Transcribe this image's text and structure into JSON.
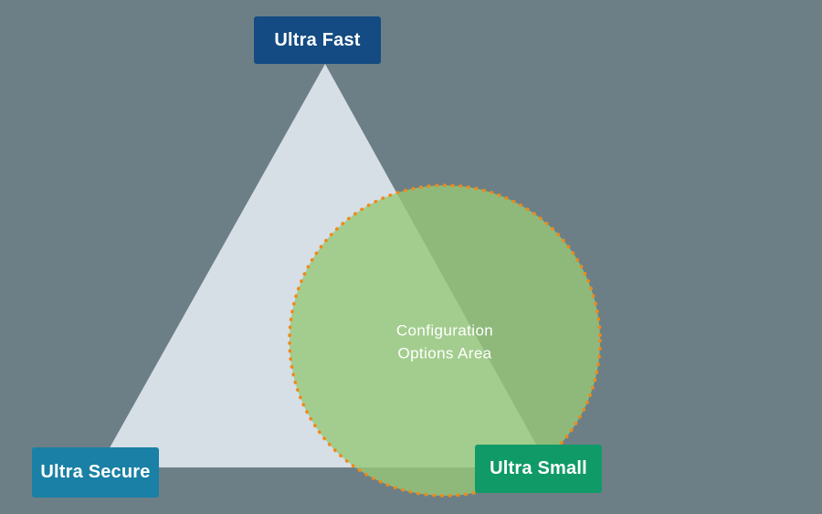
{
  "canvas": {
    "background": "#6d7f86"
  },
  "triangle": {
    "fill": "#dbe2ea",
    "fill_opacity": 0.96
  },
  "circle": {
    "fill": "#96c878",
    "fill_opacity": 0.8,
    "dot_color": "#ee8a1a",
    "label_line1": "Configuration",
    "label_line2": "Options Area",
    "label_color": "#ffffff"
  },
  "labels": {
    "fast": {
      "text": "Ultra Fast",
      "bg": "#134b82",
      "color": "#ffffff"
    },
    "secure": {
      "text": "Ultra Secure",
      "bg": "#1a80a5",
      "color": "#ffffff"
    },
    "small": {
      "text": "Ultra Small",
      "bg": "#109a68",
      "color": "#ffffff"
    }
  }
}
